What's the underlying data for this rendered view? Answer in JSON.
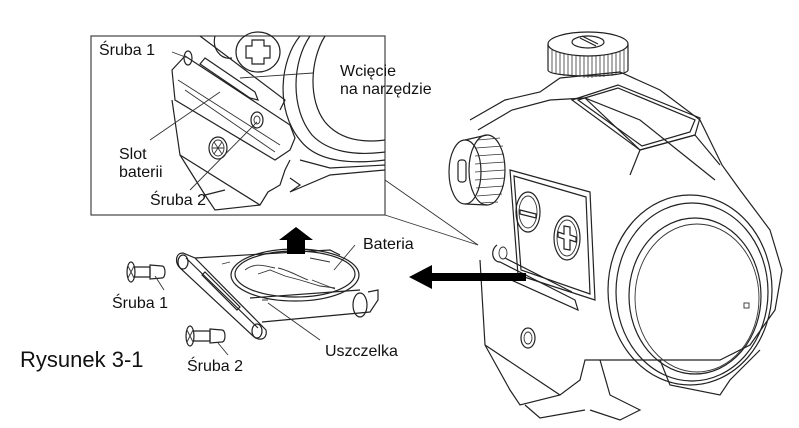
{
  "figure": {
    "caption": "Rysunek 3-1",
    "detail_inset": {
      "labels": {
        "screw1": "Śruba 1",
        "tool_notch_line1": "Wcięcie",
        "tool_notch_line2": "na narzędzie",
        "battery_slot_line1": "Slot",
        "battery_slot_line2": "baterii",
        "screw2": "Śruba 2"
      }
    },
    "exploded_view": {
      "labels": {
        "battery": "Bateria",
        "screw1": "Śruba 1",
        "screw2": "Śruba 2",
        "gasket": "Uszczelka"
      },
      "arrows": [
        {
          "name": "remove-battery-arrow",
          "direction": "up"
        },
        {
          "name": "insert-tray-arrow",
          "direction": "left"
        }
      ]
    },
    "device": {
      "name": "red dot sight",
      "controls": [
        "minus-button",
        "plus-button",
        "windage-turret",
        "elevation-turret"
      ]
    }
  }
}
